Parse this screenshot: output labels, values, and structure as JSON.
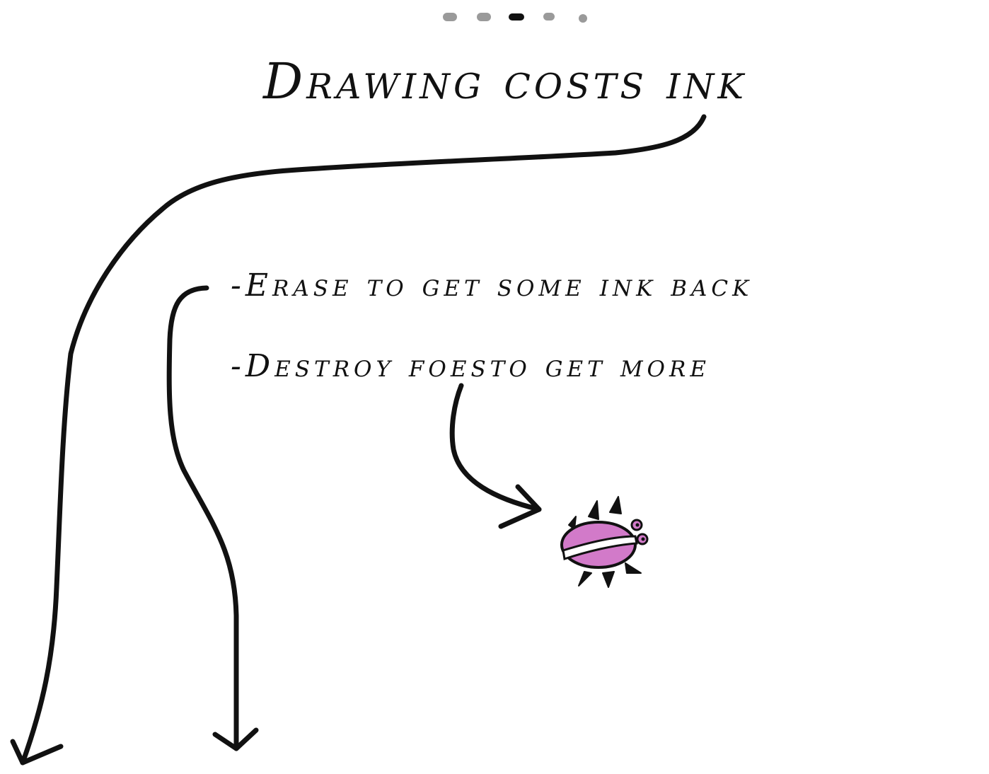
{
  "pager": {
    "page_count": 5,
    "current_page": 3
  },
  "tutorial": {
    "title": "Drawing costs ink",
    "tips": [
      "-Erase to get some ink back",
      "-Destroy foesto get more"
    ]
  },
  "colors": {
    "ink": "#111111",
    "foe_body": "#d27ac9",
    "dot_inactive": "#9a9a9a",
    "dot_active": "#111111"
  },
  "icons": {
    "foe": "spiky-bug-foe"
  }
}
